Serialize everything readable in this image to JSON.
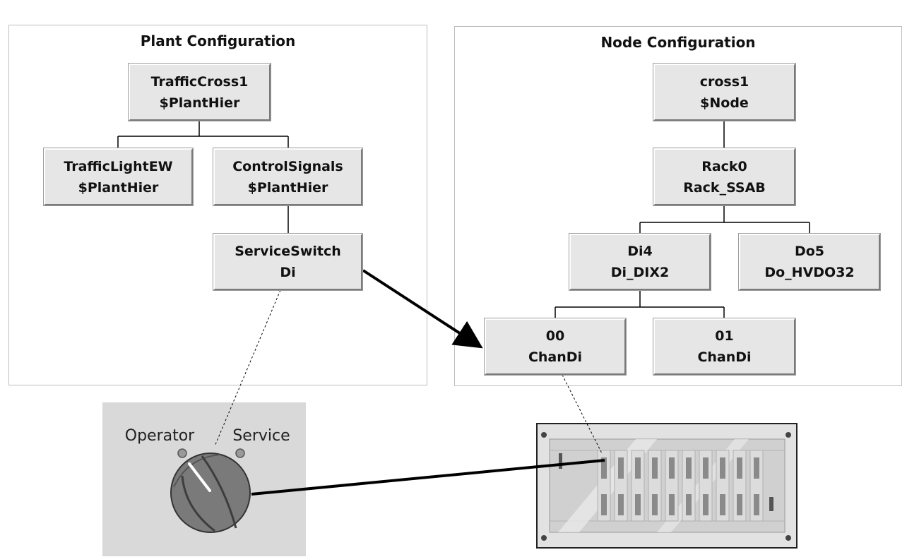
{
  "plant": {
    "title": "Plant Configuration",
    "nodes": {
      "traffic_cross": {
        "name": "TrafficCross1",
        "class": "$PlantHier"
      },
      "traffic_light_ew": {
        "name": "TrafficLightEW",
        "class": "$PlantHier"
      },
      "control_signals": {
        "name": "ControlSignals",
        "class": "$PlantHier"
      },
      "service_switch": {
        "name": "ServiceSwitch",
        "class": "Di"
      }
    }
  },
  "node_config": {
    "title": "Node Configuration",
    "nodes": {
      "cross": {
        "name": "cross1",
        "class": "$Node"
      },
      "rack": {
        "name": "Rack0",
        "class": "Rack_SSAB"
      },
      "di4": {
        "name": "Di4",
        "class": "Di_DIX2"
      },
      "do5": {
        "name": "Do5",
        "class": "Do_HVDO32"
      },
      "ch00": {
        "name": "00",
        "class": "ChanDi"
      },
      "ch01": {
        "name": "01",
        "class": "ChanDi"
      }
    }
  },
  "switch": {
    "operator_label": "Operator",
    "service_label": "Service"
  },
  "colors": {
    "node_face": "#e6e6e6",
    "panel_border": "#bdbdbd",
    "switch_plate": "#d9d9d9",
    "knob": "#7a7a7a"
  }
}
